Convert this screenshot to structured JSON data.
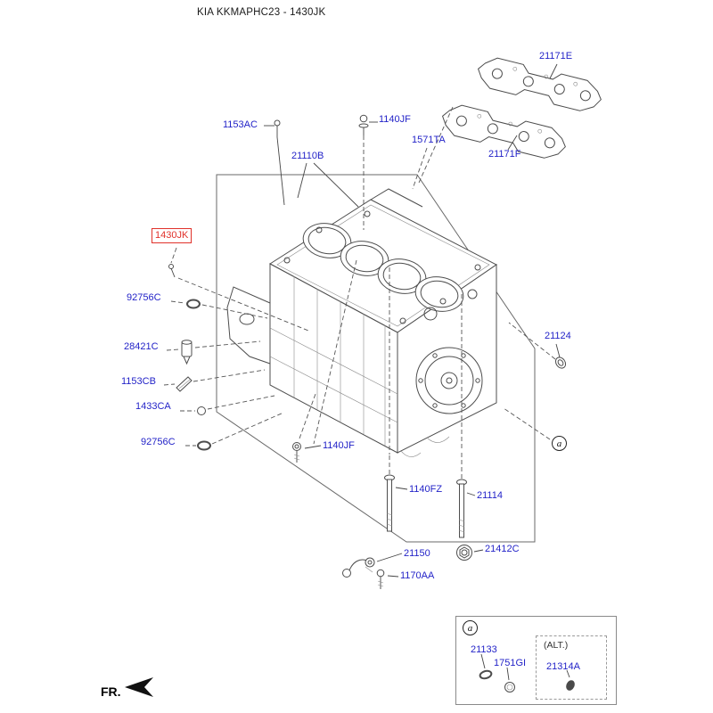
{
  "title": "KIA KKMAPHC23 - 1430JK",
  "colors": {
    "label_blue": "#2323c8",
    "highlight_red": "#e0312a",
    "line_dark": "#4d4d4d"
  },
  "parts": {
    "p21171E": "21171E",
    "p21171F": "21171F",
    "p1153AC": "1153AC",
    "p1140JF_top": "1140JF",
    "p1571TA": "1571TA",
    "p21110B": "21110B",
    "p1430JK": "1430JK",
    "p92756C_upper": "92756C",
    "p28421C": "28421C",
    "p1153CB": "1153CB",
    "p1433CA": "1433CA",
    "p92756C_lower": "92756C",
    "p1140JF_bottom": "1140JF",
    "p21124": "21124",
    "p1140FZ": "1140FZ",
    "p21114": "21114",
    "p21150": "21150",
    "p21412C": "21412C",
    "p1170AA": "1170AA"
  },
  "callout": {
    "marker": "a"
  },
  "legend": {
    "marker": "a",
    "item1": "21133",
    "item2": "1751GI",
    "alt_label": "(ALT.)",
    "alt_item": "21314A"
  },
  "footer": {
    "fr": "FR."
  }
}
